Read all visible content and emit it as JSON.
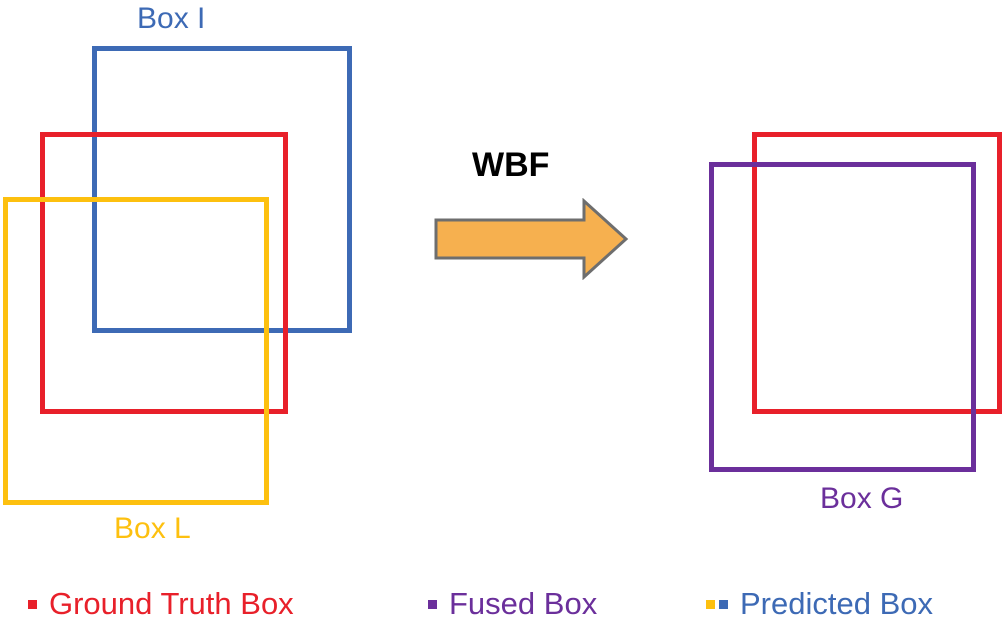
{
  "colors": {
    "ground_truth": "#e8202a",
    "predicted_blue": "#3d6ab5",
    "predicted_yellow": "#fdc00f",
    "fused": "#6b2f9b",
    "arrow_fill": "#f6b04f",
    "arrow_stroke": "#6e6e6e"
  },
  "labels": {
    "box_i": "Box I",
    "box_l": "Box L",
    "box_g": "Box G",
    "operation": "WBF"
  },
  "legend": {
    "ground_truth": "Ground Truth Box",
    "fused": "Fused Box",
    "predicted": "Predicted Box"
  }
}
